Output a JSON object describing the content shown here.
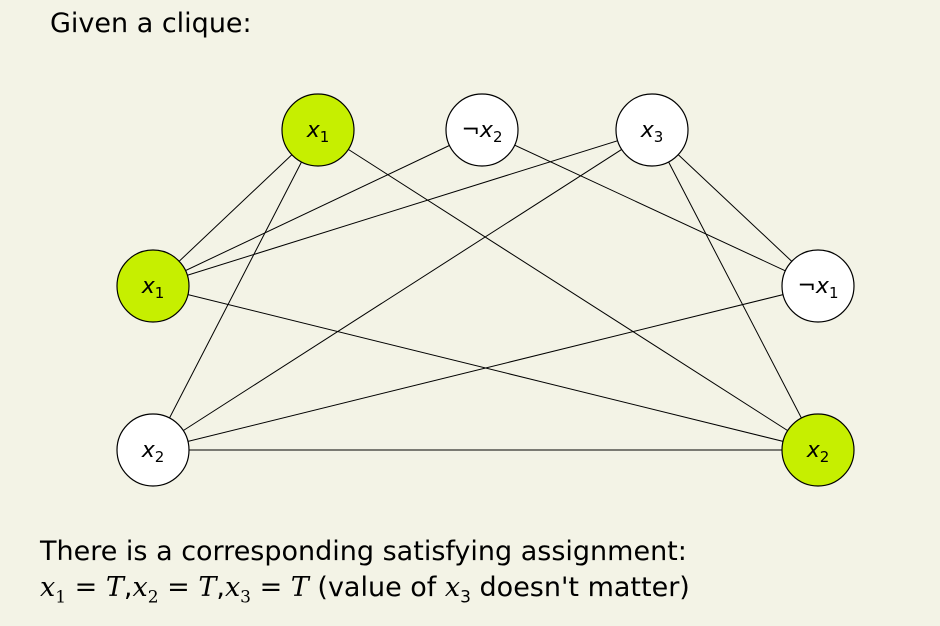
{
  "heading": "Given a clique:",
  "colors": {
    "background": "#f3f3e6",
    "selected_node": "#c6ef00",
    "node": "#ffffff",
    "edge": "#000000"
  },
  "nodes": [
    {
      "id": "n1",
      "var": "x",
      "sub": "1",
      "negated": false,
      "selected": true
    },
    {
      "id": "n2",
      "var": "x",
      "sub": "2",
      "negated": true,
      "selected": false
    },
    {
      "id": "n3",
      "var": "x",
      "sub": "3",
      "negated": false,
      "selected": false
    },
    {
      "id": "n4",
      "var": "x",
      "sub": "1",
      "negated": false,
      "selected": true
    },
    {
      "id": "n5",
      "var": "x",
      "sub": "1",
      "negated": true,
      "selected": false
    },
    {
      "id": "n6",
      "var": "x",
      "sub": "2",
      "negated": false,
      "selected": false
    },
    {
      "id": "n7",
      "var": "x",
      "sub": "2",
      "negated": false,
      "selected": true
    }
  ],
  "edges": [
    [
      "n1",
      "n4"
    ],
    [
      "n1",
      "n6"
    ],
    [
      "n1",
      "n7"
    ],
    [
      "n2",
      "n4"
    ],
    [
      "n2",
      "n5"
    ],
    [
      "n3",
      "n4"
    ],
    [
      "n3",
      "n6"
    ],
    [
      "n3",
      "n5"
    ],
    [
      "n3",
      "n7"
    ],
    [
      "n4",
      "n7"
    ],
    [
      "n6",
      "n5"
    ],
    [
      "n6",
      "n7"
    ]
  ],
  "footer": {
    "line1": "There is a corresponding satisfying assignment:",
    "assignments": [
      {
        "var": "x",
        "sub": "1",
        "value": "T"
      },
      {
        "var": "x",
        "sub": "2",
        "value": "T"
      },
      {
        "var": "x",
        "sub": "3",
        "value": "T"
      }
    ],
    "note_prefix": "(value of ",
    "note_var": "x",
    "note_sub": "3",
    "note_suffix": " doesn't matter)"
  }
}
